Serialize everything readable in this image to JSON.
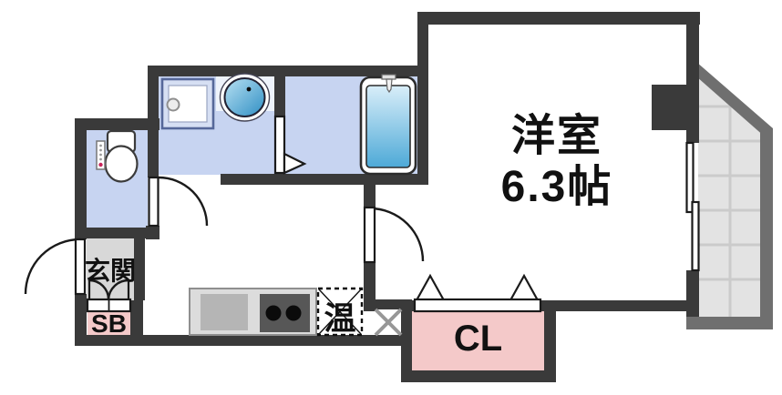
{
  "rooms": {
    "main": {
      "name": "洋室",
      "size": "6.3帖"
    },
    "entrance": {
      "label": "玄関"
    },
    "shoebox": {
      "label": "SB"
    },
    "closet": {
      "label": "CL"
    },
    "water_heater": {
      "label": "温"
    }
  },
  "fixtures": [
    "toilet",
    "toilet-control-panel",
    "washing-machine-pan",
    "wash-basin",
    "bathtub",
    "kitchen-counter",
    "kitchen-sink",
    "two-burner-stove",
    "water-heater-box",
    "pipe-shaft-cross",
    "sliding-window",
    "balcony-tiles",
    "entry-door",
    "toilet-door",
    "bathroom-folding-door",
    "room-door",
    "shoebox-double-doors",
    "closet-folding-doors"
  ],
  "colors": {
    "wall": "#3a3a3a",
    "balcony_border": "#6f6f6f",
    "wet_floor": "#c7d4f1",
    "counter_top": "#eef3fb",
    "entrance_floor": "#d8d8d8",
    "storage_pink": "#f4c9c9",
    "balcony_tile": "#e3e3e3",
    "balcony_grid": "#cbcbcb",
    "basin_blue_light": "#a8d7ef",
    "basin_blue_deep": "#3d98c9",
    "kitchen_counter": "#dcdcdc",
    "kitchen_sink": "#b5b5b5",
    "stove": "#575757",
    "text": "#111111"
  }
}
